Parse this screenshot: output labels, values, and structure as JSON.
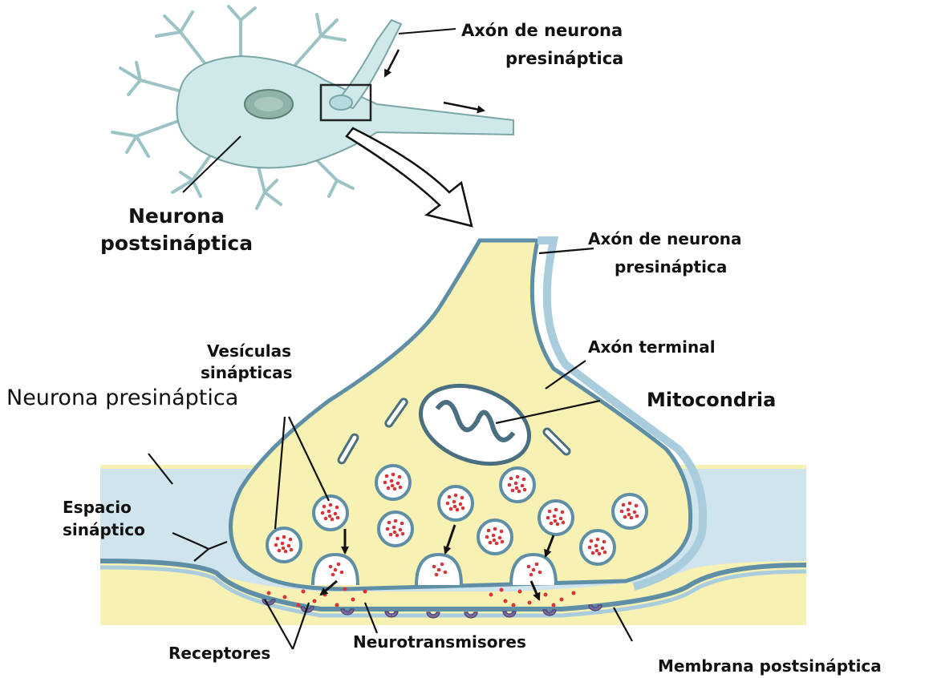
{
  "labels": {
    "axon_top_line1": "Axón de neurona",
    "axon_top_line2": "presináptica",
    "postsyn_line1": "Neurona",
    "postsyn_line2": "postsináptica",
    "axon_mid_line1": "Axón de neurona",
    "axon_mid_line2": "presináptica",
    "axon_terminal": "Axón terminal",
    "vesicles_line1": "Vesículas",
    "vesicles_line2": "sinápticas",
    "presyn_neuron": "Neurona presináptica",
    "mitochondria": "Mitocondria",
    "space_line1": "Espacio",
    "space_line2": "sináptico",
    "receptors": "Receptores",
    "neurotransmitters": "Neurotransmisores",
    "post_membrane": "Membrana postsináptica"
  },
  "colors": {
    "neuron_fill": "#cfe9ea",
    "neuron_stroke": "#7aa6a8",
    "terminal_fill": "#f7f1b3",
    "membrane": "#a9cddd",
    "membrane_dark": "#5f8fa6",
    "dot": "#d7353a",
    "receptor": "#7b6aa0"
  }
}
